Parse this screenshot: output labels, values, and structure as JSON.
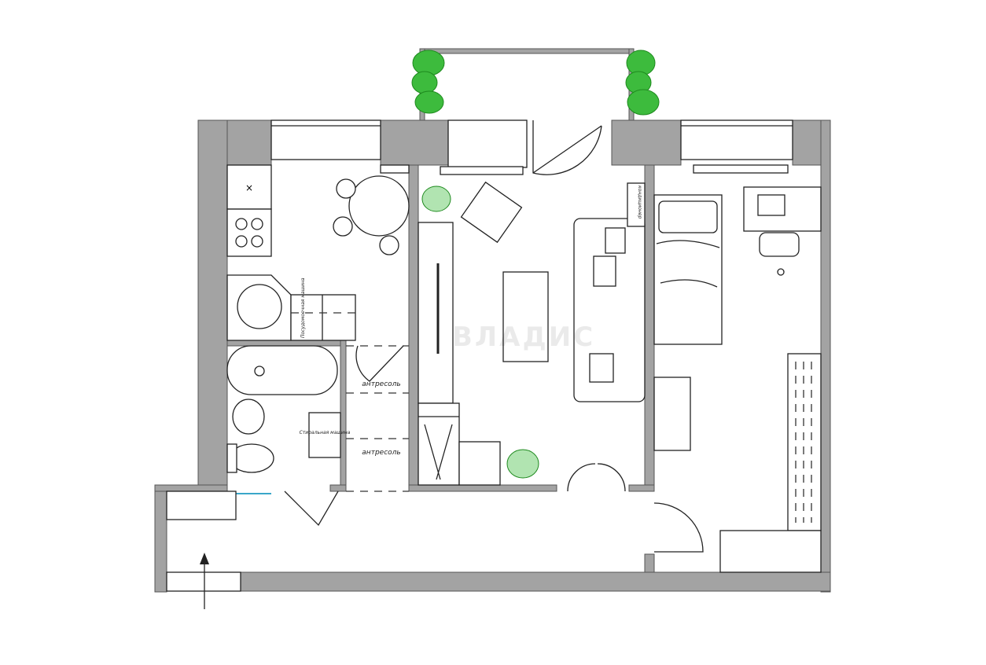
{
  "labels": {
    "dishwasher": "Посудомоечная машина",
    "washing_machine": "Стиральная машина",
    "mezzanine_1": "антресоль",
    "mezzanine_2": "антресоль",
    "air_conditioner": "кондиционер"
  },
  "watermark": "ВЛАДИС",
  "colors": {
    "wall": "#a3a3a3",
    "plant": "#3dbb3d",
    "line": "#222222"
  },
  "icons": [
    "entrance-arrow-icon",
    "plant-icon",
    "laptop-icon"
  ]
}
